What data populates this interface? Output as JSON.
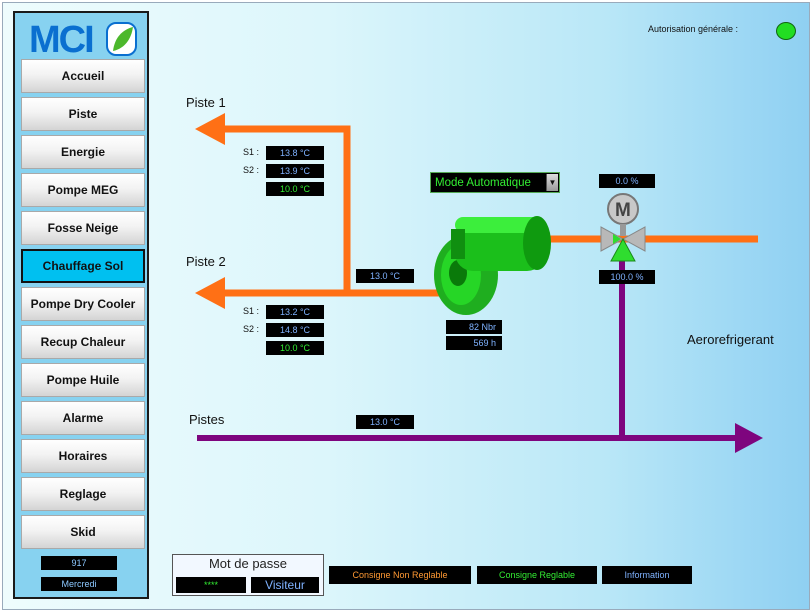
{
  "logo": "MCI",
  "nav": {
    "items": [
      {
        "label": "Accueil"
      },
      {
        "label": "Piste"
      },
      {
        "label": "Energie"
      },
      {
        "label": "Pompe MEG"
      },
      {
        "label": "Fosse Neige"
      },
      {
        "label": "Chauffage Sol"
      },
      {
        "label": "Pompe Dry Cooler"
      },
      {
        "label": "Recup Chaleur"
      },
      {
        "label": "Pompe Huile"
      },
      {
        "label": "Alarme"
      },
      {
        "label": "Horaires"
      },
      {
        "label": "Reglage"
      },
      {
        "label": "Skid"
      }
    ],
    "active": "Chauffage Sol",
    "info_value": "917",
    "info_day": "Mercredi"
  },
  "header": {
    "auth_label": "Autorisation générale :",
    "auth_status_color": "#22dd22"
  },
  "labels": {
    "piste1": "Piste 1",
    "piste2": "Piste 2",
    "pistes": "Pistes",
    "aero": "Aerorefrigerant",
    "s1": "S1 :",
    "s2": "S2 :"
  },
  "piste1": {
    "s1": "13.8  °C",
    "s2": "13.9  °C",
    "setpoint": "10.0  °C"
  },
  "piste2": {
    "s1": "13.2  °C",
    "s2": "14.8  °C",
    "setpoint": "10.0  °C"
  },
  "supply_temp": "13.0  °C",
  "return_temp": "13.0  °C",
  "pump": {
    "starts": "82  Nbr",
    "hours": "569  h"
  },
  "valve": {
    "top_pct": "0.0  %",
    "bottom_pct": "100.0  %",
    "motor_letter": "M"
  },
  "mode": {
    "selected": "Mode Automatique"
  },
  "password": {
    "title": "Mot de passe",
    "value": "****",
    "user": "Visiteur"
  },
  "legend": {
    "non_reglable": "Consigne Non Reglable",
    "reglable": "Consigne Reglable",
    "information": "Information"
  },
  "colors": {
    "supply_pipe": "#ff7015",
    "return_pipe": "#7e057e",
    "sidebar_bg": "#87d2f0",
    "active_button": "#00c0f0",
    "value_blue": "#7fb2ff",
    "value_green": "#33ee33",
    "value_orange": "#ff9933"
  },
  "icons": [
    "flow-arrow-icon",
    "pump-icon",
    "motor-icon",
    "three-way-valve-icon",
    "status-led-icon",
    "dropdown-arrow-icon"
  ]
}
